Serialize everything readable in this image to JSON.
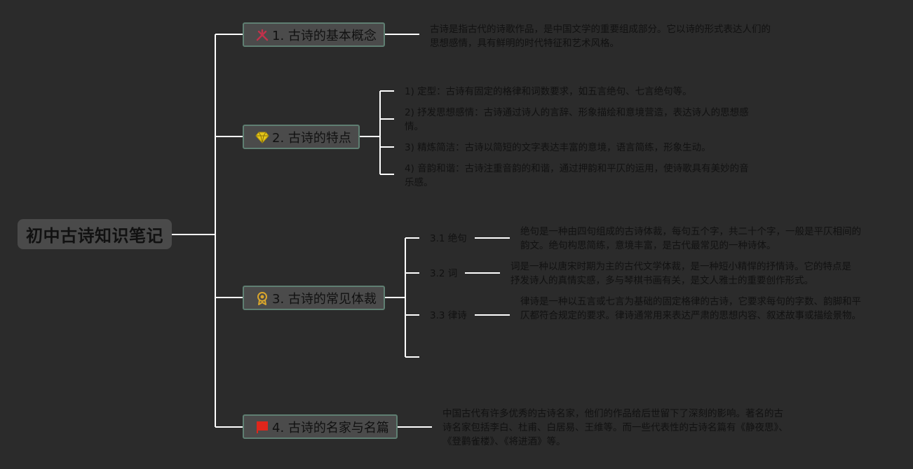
{
  "root": {
    "title": "初中古诗知识笔记"
  },
  "topics": [
    {
      "label": "1. 古诗的基本概念",
      "icon": "crossed-swords-icon",
      "color": "#c0324b"
    },
    {
      "label": "2. 古诗的特点",
      "icon": "diamond-icon",
      "color": "#e6c619"
    },
    {
      "label": "3. 古诗的常见体裁",
      "icon": "award-badge-icon",
      "color": "#d9a62c"
    },
    {
      "label": "4. 古诗的名家与名篇",
      "icon": "red-flag-icon",
      "color": "#e0261b"
    }
  ],
  "notes": {
    "concept": "古诗是指古代的诗歌作品，是中国文学的重要组成部分。它以诗的形式表达人们的思想感情，具有鲜明的时代特征和艺术风格。",
    "features": [
      "1) 定型：古诗有固定的格律和词数要求，如五言绝句、七言绝句等。",
      "2) 抒发思想感情：古诗通过诗人的言辞、形象描绘和意境营造，表达诗人的思想感情。",
      "3) 精炼简洁：古诗以简短的文字表达丰富的意境，语言简练，形象生动。",
      "4) 音韵和谐：古诗注重音韵的和谐，通过押韵和平仄的运用，使诗歌具有美妙的音乐感。"
    ],
    "genres": [
      {
        "label": "3.1 绝句",
        "text": "绝句是一种由四句组成的古诗体裁，每句五个字，共二十个字，一般是平仄相间的韵文。绝句构思简练，意境丰富，是古代最常见的一种诗体。"
      },
      {
        "label": "3.2 词",
        "text": "词是一种以唐宋时期为主的古代文学体裁，是一种短小精悍的抒情诗。它的特点是抒发诗人的真情实感，多与琴棋书画有关，是文人雅士的重要创作形式。"
      },
      {
        "label": "3.3 律诗",
        "text": "律诗是一种以五言或七言为基础的固定格律的古诗，它要求每句的字数、韵脚和平仄都符合规定的要求。律诗通常用来表达严肃的思想内容、叙述故事或描绘景物。"
      }
    ],
    "masters": "中国古代有许多优秀的古诗名家，他们的作品给后世留下了深刻的影响。著名的古诗名家包括李白、杜甫、白居易、王维等。而一些代表性的古诗名篇有《静夜思》、《登鹳雀楼》、《将进酒》等。"
  }
}
